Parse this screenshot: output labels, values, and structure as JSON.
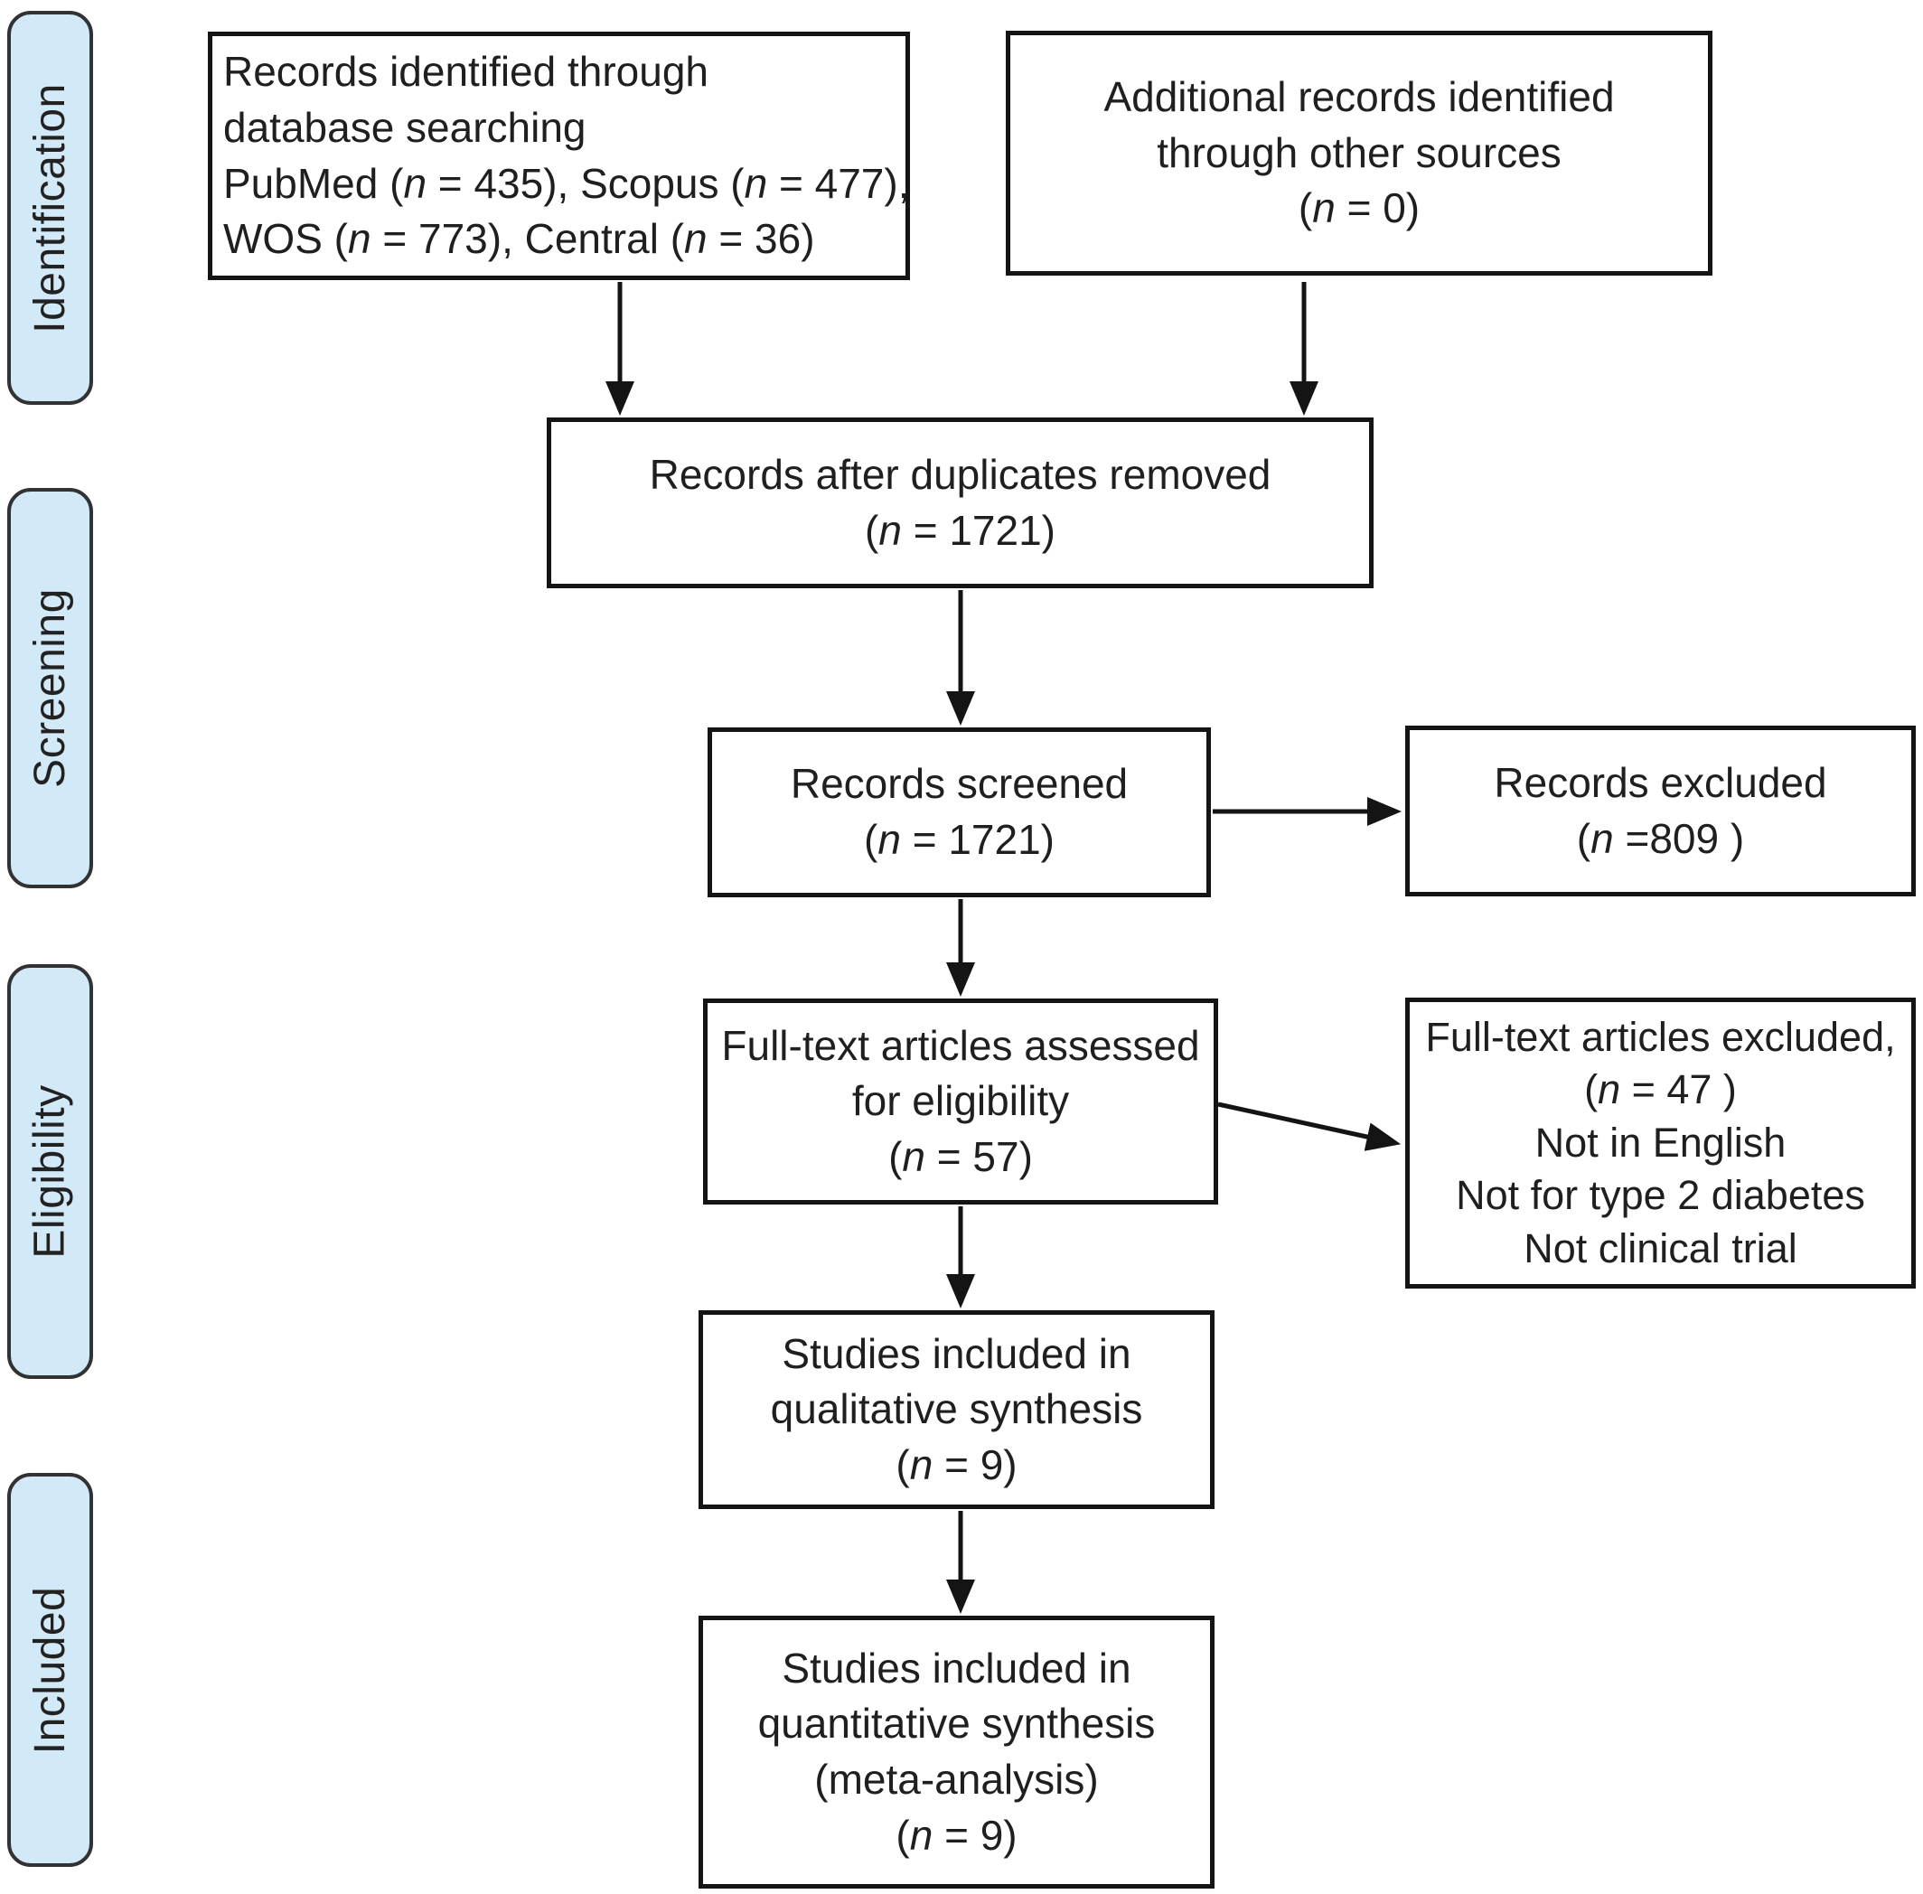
{
  "stages": [
    {
      "label": "Identification"
    },
    {
      "label": "Screening"
    },
    {
      "label": "Eligibility"
    },
    {
      "label": "Included"
    }
  ],
  "boxes": {
    "records_identified": {
      "lines": [
        "Records identified through",
        "database searching",
        "PubMed (n = 435), Scopus (n = 477),",
        "WOS  (n = 773), Central (n = 36)"
      ]
    },
    "additional_records": {
      "lines": [
        "Additional records identified",
        "through other sources",
        "(n = 0)"
      ]
    },
    "after_duplicates": {
      "lines": [
        "Records after duplicates removed",
        "(n = 1721)"
      ]
    },
    "records_screened": {
      "lines": [
        "Records screened",
        "(n = 1721)"
      ]
    },
    "records_excluded": {
      "lines": [
        "Records excluded",
        "(n =809 )"
      ]
    },
    "fulltext_assessed": {
      "lines": [
        "Full-text articles assessed",
        "for eligibility",
        "(n = 57)"
      ]
    },
    "fulltext_excluded": {
      "lines": [
        "Full-text articles excluded,",
        "(n = 47 )",
        "Not in English",
        "Not for type 2 diabetes",
        "Not clinical trial"
      ]
    },
    "qualitative_synthesis": {
      "lines": [
        "Studies included in",
        "qualitative synthesis",
        "(n = 9)"
      ]
    },
    "quantitative_synthesis": {
      "lines": [
        "Studies included in",
        "quantitative synthesis",
        "(meta-analysis)",
        "(n = 9)"
      ]
    }
  },
  "colors": {
    "stage_fill": "#d2e9f8",
    "stage_border": "#323232",
    "box_border": "#141414",
    "arrow": "#141414",
    "background": "#ffffff",
    "text": "#1f1f1f"
  }
}
